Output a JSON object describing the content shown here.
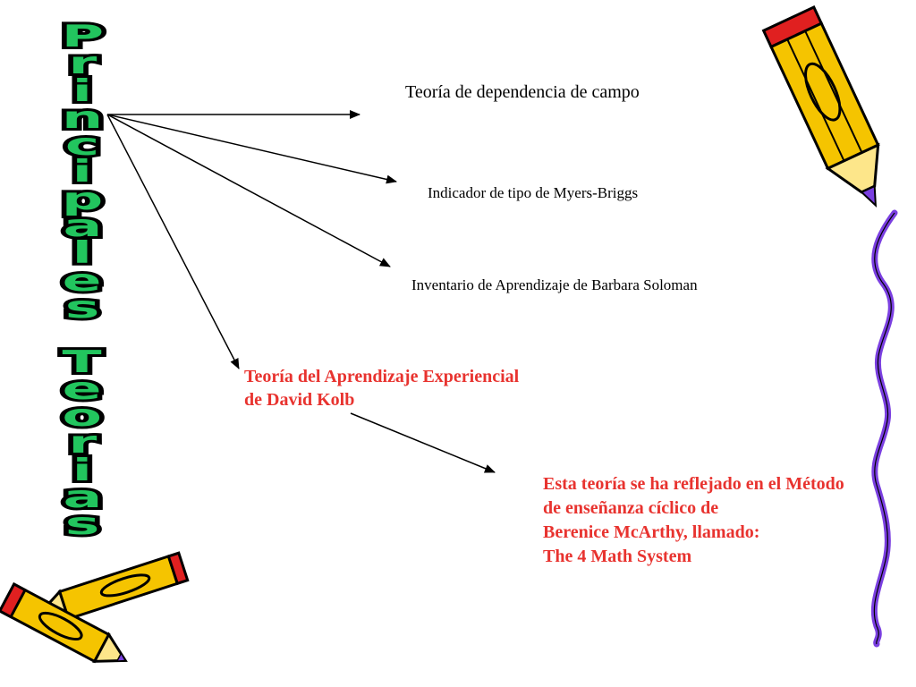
{
  "title_vertical": "Principales Teorias",
  "root": {
    "label": ""
  },
  "theories": [
    {
      "id": "field-dependence",
      "text": "Teoría de dependencia de campo"
    },
    {
      "id": "myers-briggs",
      "text": "Indicador de tipo de Myers-Briggs"
    },
    {
      "id": "soloman",
      "text": "Inventario de Aprendizaje de Barbara Soloman"
    },
    {
      "id": "kolb",
      "lines": [
        "Teoría del Aprendizaje Experiencial",
        "de David Kolb"
      ]
    }
  ],
  "conclusion": {
    "lines": [
      "Esta teoría se ha reflejado en el Método",
      "de enseñanza cíclico de",
      "Berenice McArthy, llamado:",
      "The 4 Math System"
    ]
  },
  "colors": {
    "title_fill": "#22c55e",
    "title_stroke": "#000000",
    "highlight_text": "#e8332f",
    "pencil_yellow": "#f5c400",
    "pencil_red": "#e02020",
    "pencil_purple": "#7a3fe0",
    "squiggle_purple": "#7a3fe0"
  },
  "icons": [
    "pencil-icon",
    "pencil-icon",
    "pencil-icon",
    "squiggle-line"
  ]
}
